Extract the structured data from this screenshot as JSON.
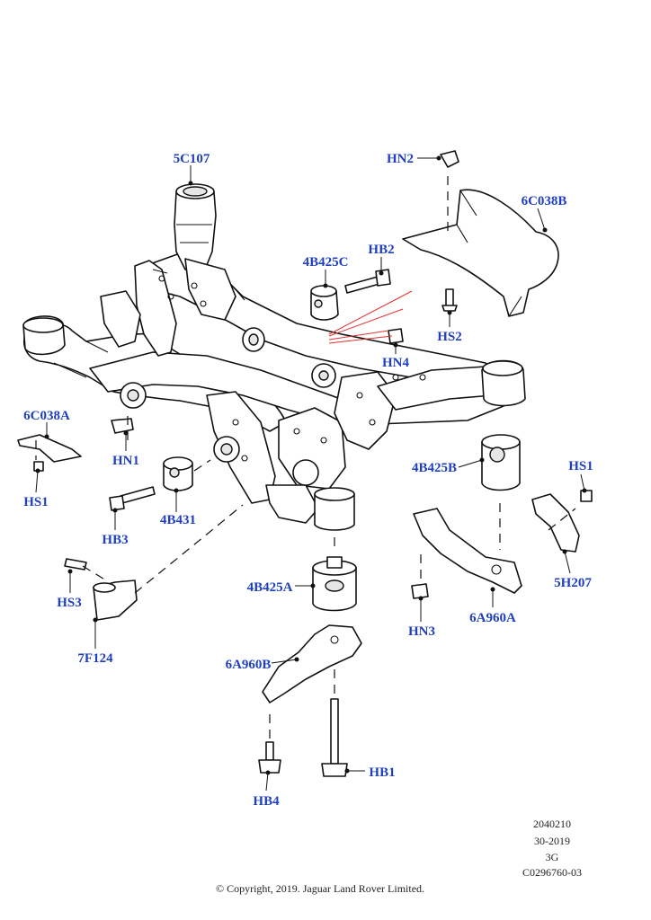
{
  "diagram": {
    "callouts": {
      "c5C107": "5C107",
      "cHN2": "HN2",
      "c6C038B": "6C038B",
      "c4B425C": "4B425C",
      "cHB2": "HB2",
      "cHS2": "HS2",
      "cHN4": "HN4",
      "c6C038A": "6C038A",
      "cHN1": "HN1",
      "cHS1_left": "HS1",
      "c4B431": "4B431",
      "cHB3": "HB3",
      "c4B425B": "4B425B",
      "cHS1_right": "HS1",
      "cHS3": "HS3",
      "c7F124": "7F124",
      "c4B425A": "4B425A",
      "cHN3": "HN3",
      "c6A960A": "6A960A",
      "c5H207": "5H207",
      "c6A960B": "6A960B",
      "cHB1": "HB1",
      "cHB4": "HB4"
    },
    "stamp": {
      "line1": "2040210",
      "line2": "30-2019",
      "line3": "3G",
      "line4": "C0296760-03"
    },
    "copyright": "© Copyright, 2019. Jaguar Land Rover Limited."
  },
  "colors": {
    "callout_text": "#1f3fbf",
    "line_art": "#111111",
    "guide_lines": "#e03030"
  }
}
